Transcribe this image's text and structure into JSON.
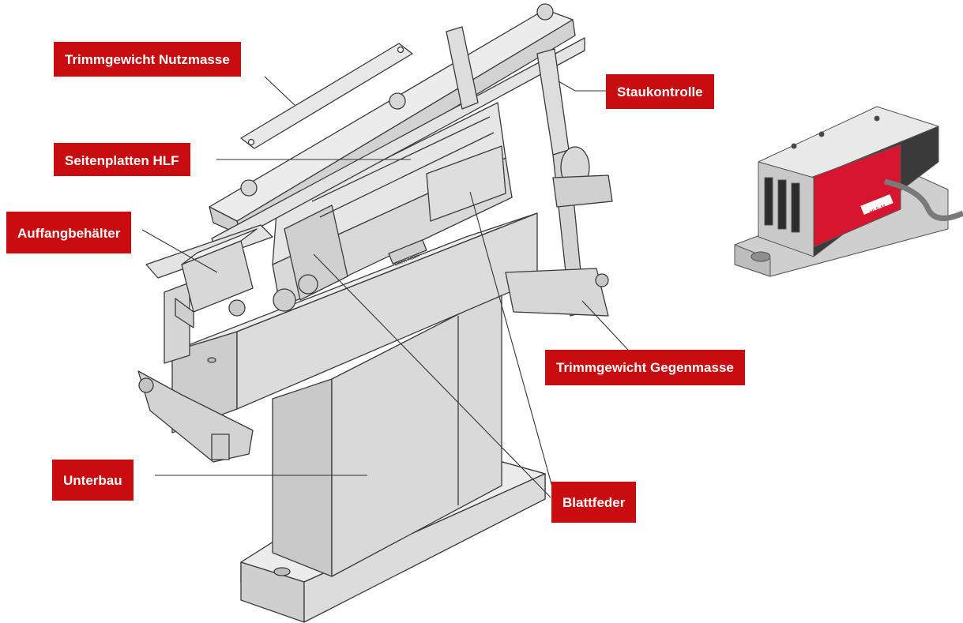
{
  "labels": {
    "trimmgewicht_nutzmasse": "Trimmgewicht Nutzmasse",
    "staukontrolle": "Staukontrolle",
    "seitenplatten_hlf": "Seitenplatten HLF",
    "auffangbehaelter": "Auffangbehälter",
    "trimmgewicht_gegenmasse": "Trimmgewicht Gegenmasse",
    "unterbau": "Unterbau",
    "blattfeder": "Blattfeder"
  },
  "device_marking": "HLF-M",
  "brand_marking": "Rhein-Nadel",
  "colors": {
    "label_background": "#c80c0f",
    "label_text": "#ffffff",
    "leader_line": "#333333",
    "machine_fill": "#e2e2e2",
    "machine_stroke": "#3a3a3a",
    "device_red": "#d8152f"
  }
}
